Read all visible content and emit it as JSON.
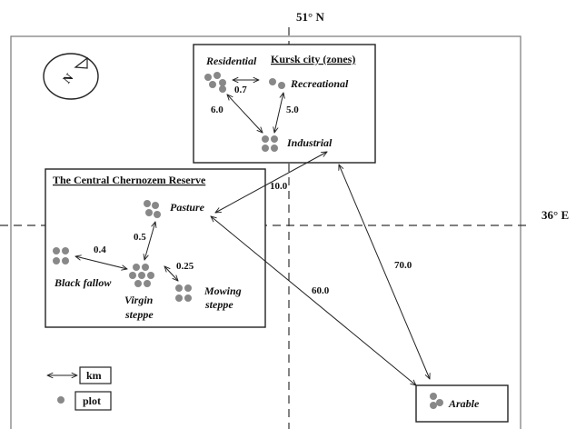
{
  "coordinates": {
    "latitude": "51° N",
    "longitude": "36° E"
  },
  "compass": {
    "letter": "N"
  },
  "kursk": {
    "title": "Kursk city (zones)",
    "zones": {
      "residential": "Residential",
      "recreational": "Recreational",
      "industrial": "Industrial"
    },
    "distances": {
      "residential_recreational": "0.7",
      "residential_industrial": "6.0",
      "recreational_industrial": "5.0"
    }
  },
  "reserve": {
    "title": "The Central Chernozem Reserve",
    "sites": {
      "pasture": "Pasture",
      "black_fallow": "Black fallow",
      "virgin_steppe_1": "Virgin",
      "virgin_steppe_2": "steppe",
      "mowing_steppe_1": "Mowing",
      "mowing_steppe_2": "steppe"
    },
    "distances": {
      "fallow_virgin": "0.4",
      "pasture_virgin": "0.5",
      "virgin_mowing": "0.25"
    }
  },
  "arable": {
    "label": "Arable"
  },
  "inter_distances": {
    "industrial_pasture": "10.0",
    "industrial_arable": "70.0",
    "pasture_arable": "60.0"
  },
  "legend": {
    "distance_label": "km",
    "plot_label": "plot"
  }
}
